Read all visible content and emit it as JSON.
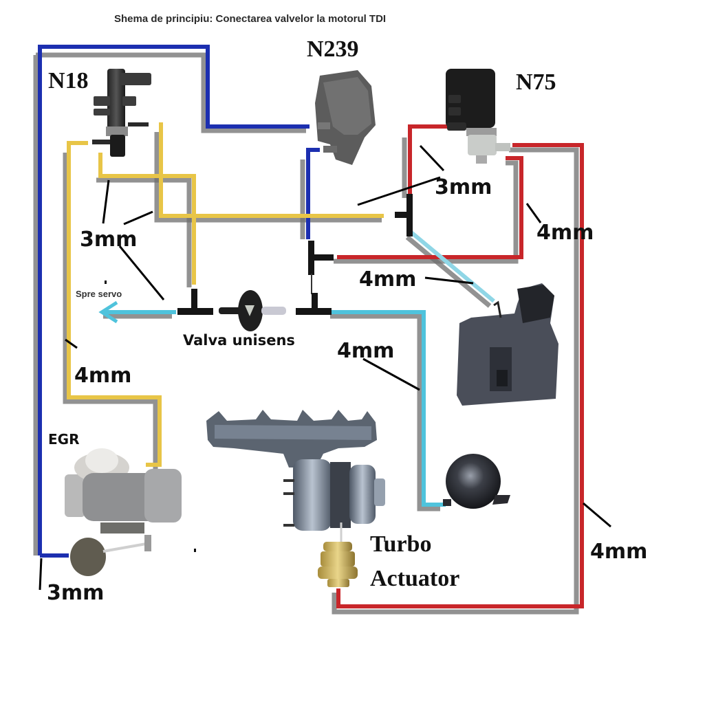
{
  "title": "Shema de principiu: Conectarea valvelor la motorul TDI",
  "tube_colors": {
    "blue": "#1c2fb0",
    "yellow": "#e8c547",
    "red": "#c8262a",
    "cyan": "#4fc3dc",
    "shadow": "#6d6d6d"
  },
  "components": {
    "n18": {
      "label": "N18"
    },
    "n239": {
      "label": "N239"
    },
    "n75": {
      "label": "N75"
    },
    "egr": {
      "label": "EGR"
    },
    "valva": {
      "label": "Valva unisens"
    },
    "servo": {
      "label": "Spre servo"
    },
    "turbo": {
      "label_line1": "Turbo",
      "label_line2": "Actuator"
    },
    "air_filter": {
      "label": ""
    },
    "vacuum_reservoir": {
      "label": ""
    }
  },
  "sizes": [
    {
      "id": "size-3mm-n75",
      "text": "3mm"
    },
    {
      "id": "size-4mm-n75-right",
      "text": "4mm"
    },
    {
      "id": "size-3mm-n18",
      "text": "3mm"
    },
    {
      "id": "size-4mm-airfilter",
      "text": "4mm"
    },
    {
      "id": "size-4mm-egr-yellow",
      "text": "4mm"
    },
    {
      "id": "size-4mm-reservoir",
      "text": "4mm"
    },
    {
      "id": "size-4mm-turbo-red",
      "text": "4mm"
    },
    {
      "id": "size-3mm-egr-blue",
      "text": "3mm"
    }
  ]
}
